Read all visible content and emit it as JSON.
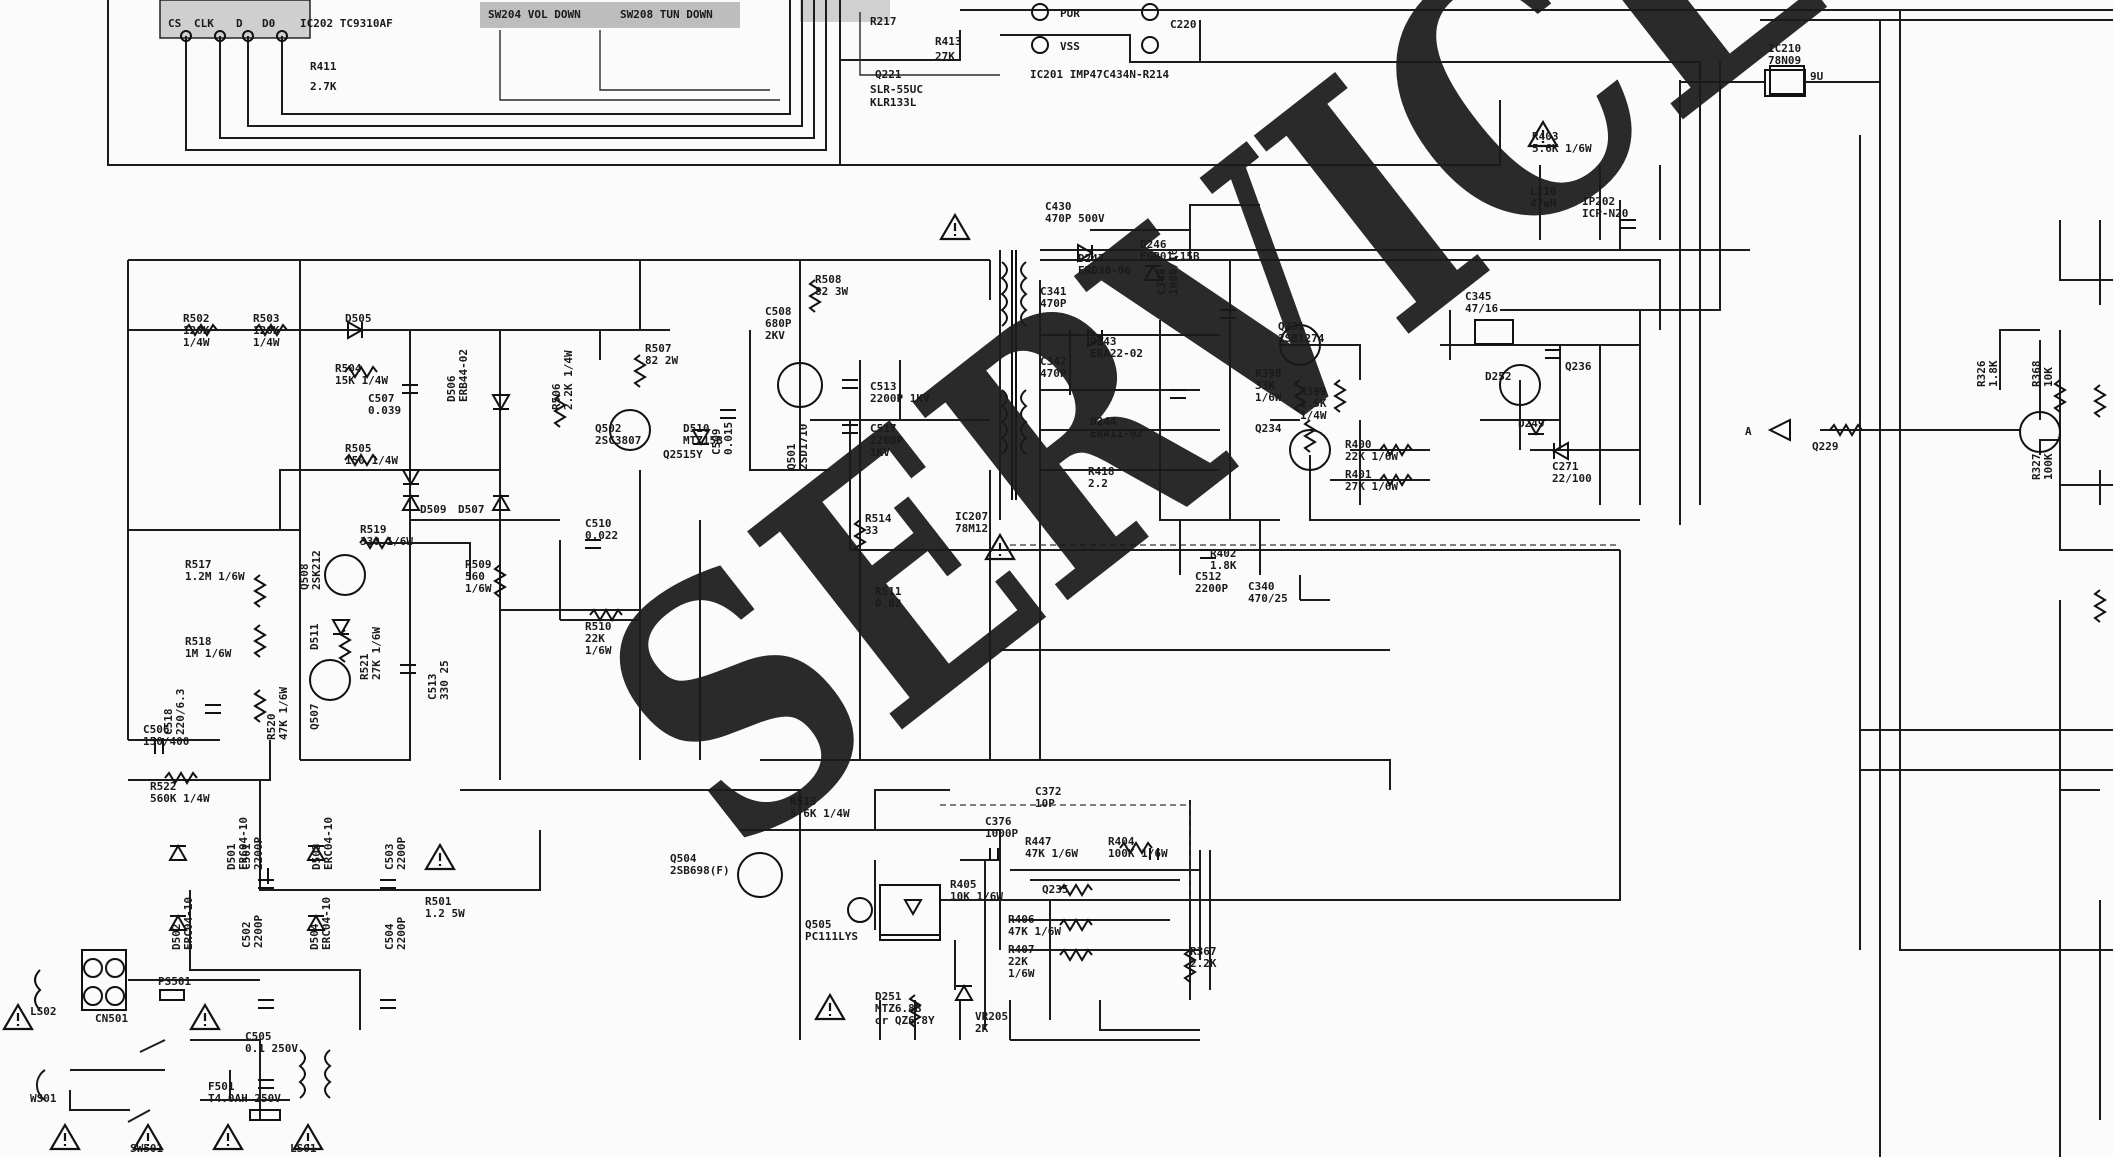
{
  "stamp": "SERVICE",
  "top_labels": [
    "CS",
    "CLK",
    "D",
    "D0",
    "IC202 TC9310AF",
    "SW204 VOL DOWN",
    "SW208 TUN DOWN",
    "R411",
    "2.7K",
    "R217",
    "R413",
    "27K",
    "PUR",
    "VSS",
    "IC201 IMP47C434N-R214",
    "Q221",
    "SLR-55UC",
    "KLR133L",
    "C220",
    "IC210",
    "78N09",
    "9U"
  ],
  "components": [
    {
      "ref": "R502",
      "value": "120K",
      "rating": "1/4W"
    },
    {
      "ref": "R503",
      "value": "120K",
      "rating": "1/4W"
    },
    {
      "ref": "D505"
    },
    {
      "ref": "R504",
      "value": "15K 1/4W"
    },
    {
      "ref": "C507",
      "value": "0.039"
    },
    {
      "ref": "R505",
      "value": "150 1/4W"
    },
    {
      "ref": "D506",
      "value": "ERB44-02"
    },
    {
      "ref": "R506",
      "value": "2.2K 1/4W"
    },
    {
      "ref": "R507",
      "value": "82 2W"
    },
    {
      "ref": "Q502",
      "value": "2SC3807"
    },
    {
      "ref": "D510",
      "value": "MTZ15B"
    },
    {
      "ref": "Q2515Y"
    },
    {
      "ref": "C508",
      "value": "680P",
      "rating": "2KV"
    },
    {
      "ref": "R508",
      "value": "82 3W"
    },
    {
      "ref": "C509",
      "value": "0.015"
    },
    {
      "ref": "Q501",
      "value": "2SD1710"
    },
    {
      "ref": "C513",
      "value": "2200P 1KV"
    },
    {
      "ref": "C517",
      "value": "2200P",
      "rating": "1KV"
    },
    {
      "ref": "D509"
    },
    {
      "ref": "D507"
    },
    {
      "ref": "R519",
      "value": "330 1/6W"
    },
    {
      "ref": "C510",
      "value": "0.022"
    },
    {
      "ref": "R510",
      "value": "22K",
      "rating": "1/6W"
    },
    {
      "ref": "R509",
      "value": "560",
      "rating": "1/6W"
    },
    {
      "ref": "R517",
      "value": "1.2M 1/6W"
    },
    {
      "ref": "R518",
      "value": "1M 1/6W"
    },
    {
      "ref": "Q508",
      "value": "2SK212"
    },
    {
      "ref": "D511"
    },
    {
      "ref": "R521",
      "value": "27K 1/6W"
    },
    {
      "ref": "C513",
      "value": "330 25"
    },
    {
      "ref": "Q507"
    },
    {
      "ref": "R520",
      "value": "47K 1/6W"
    },
    {
      "ref": "C518",
      "value": "220/6.3"
    },
    {
      "ref": "C506",
      "value": "150/400"
    },
    {
      "ref": "R522",
      "value": "560K 1/4W"
    },
    {
      "ref": "R514",
      "value": "33"
    },
    {
      "ref": "R511",
      "value": "0.82"
    },
    {
      "ref": "R513",
      "value": "5.6K 1/4W"
    },
    {
      "ref": "Q504",
      "value": "2SB698(F)"
    },
    {
      "ref": "Q505",
      "value": "PC111LYS"
    },
    {
      "ref": "D501",
      "value": "ERC04-10"
    },
    {
      "ref": "C501",
      "value": "2200P"
    },
    {
      "ref": "D502",
      "value": "ERC04-10"
    },
    {
      "ref": "C502",
      "value": "2200P"
    },
    {
      "ref": "D503",
      "value": "ERC04-10"
    },
    {
      "ref": "C503",
      "value": "2200P"
    },
    {
      "ref": "D504",
      "value": "ERC04-10"
    },
    {
      "ref": "C504",
      "value": "2200P"
    },
    {
      "ref": "R501",
      "value": "1.2 5W"
    },
    {
      "ref": "C505",
      "value": "0.1 250V"
    },
    {
      "ref": "F501",
      "value": "T4.0AH 250V"
    },
    {
      "ref": "PS501"
    },
    {
      "ref": "CN501"
    },
    {
      "ref": "LS02"
    },
    {
      "ref": "WS01"
    },
    {
      "ref": "SW501"
    },
    {
      "ref": "LS01"
    },
    {
      "ref": "C430",
      "value": "470P 500V"
    },
    {
      "ref": "D247",
      "value": "ERD38-06"
    },
    {
      "ref": "D246",
      "value": "EGB01-15B"
    },
    {
      "ref": "C341",
      "value": "470P"
    },
    {
      "ref": "D243",
      "value": "ERA22-02"
    },
    {
      "ref": "C342",
      "value": "470P"
    },
    {
      "ref": "D244",
      "value": "ERA11-02"
    },
    {
      "ref": "C348",
      "value": "1000/16"
    },
    {
      "ref": "Q231",
      "value": "2SB1274"
    },
    {
      "ref": "R398",
      "value": "33K",
      "rating": "1/6W"
    },
    {
      "ref": "R399",
      "value": "1.5K",
      "rating": "1/4W"
    },
    {
      "ref": "Q234"
    },
    {
      "ref": "R400",
      "value": "22K 1/6W"
    },
    {
      "ref": "R401",
      "value": "27K 1/6W"
    },
    {
      "ref": "R418",
      "value": "2.2"
    },
    {
      "ref": "R402",
      "value": "1.8K"
    },
    {
      "ref": "C340",
      "value": "470/25"
    },
    {
      "ref": "C512",
      "value": "2200P"
    },
    {
      "ref": "IC207",
      "value": "78M12"
    },
    {
      "ref": "C345",
      "value": "47/16"
    },
    {
      "ref": "Q236"
    },
    {
      "ref": "D252"
    },
    {
      "ref": "D249"
    },
    {
      "ref": "C271",
      "value": "22/100"
    },
    {
      "ref": "L210",
      "value": "47uH"
    },
    {
      "ref": "IP202",
      "value": "ICP-N20"
    },
    {
      "ref": "R403",
      "value": "5.6K 1/6W"
    },
    {
      "ref": "C372",
      "value": "10P"
    },
    {
      "ref": "C376",
      "value": "1000P"
    },
    {
      "ref": "R447",
      "value": "47K 1/6W"
    },
    {
      "ref": "R404",
      "value": "100K 1/6W"
    },
    {
      "ref": "Q235"
    },
    {
      "ref": "R405",
      "value": "10K 1/6W"
    },
    {
      "ref": "R406",
      "value": "47K 1/6W"
    },
    {
      "ref": "R407",
      "value": "22K",
      "rating": "1/6W"
    },
    {
      "ref": "D251",
      "value": "MTZ6.8B",
      "note": "or QZ6.8Y"
    },
    {
      "ref": "VR205",
      "value": "2K"
    },
    {
      "ref": "R367",
      "value": "2.2K"
    },
    {
      "ref": "R326",
      "value": "1.8K"
    },
    {
      "ref": "R368",
      "value": "10K"
    },
    {
      "ref": "Q229"
    },
    {
      "ref": "R327",
      "value": "100K"
    }
  ],
  "connector": "A"
}
